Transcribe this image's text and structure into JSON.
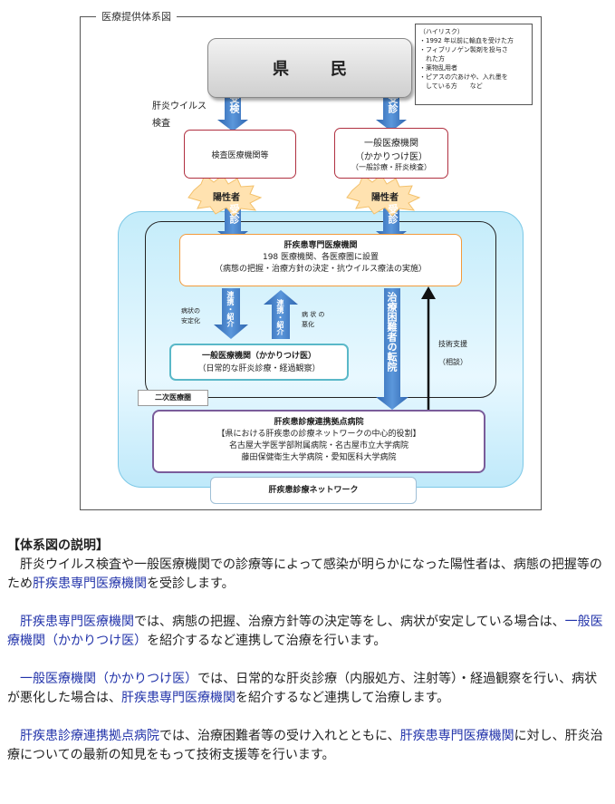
{
  "diagram": {
    "title": "医療提供体系図",
    "risk_box": {
      "title": "（ハイリスク）",
      "items": [
        "・1992 年以前に輸血を受けた方",
        "・フィブリノゲン製剤を投与さ",
        "　れた方",
        "・薬物乱用者",
        "・ピアスの穴あけや、入れ墨を",
        "　している方　　など"
      ]
    },
    "kenmin": "県民",
    "virus_label_1": "肝炎ウイルス",
    "virus_label_2": "検査",
    "arrow_jukan": "受検",
    "arrow_jushin_1": "受診",
    "arrow_jushin_2": "受診",
    "arrow_jushin_3": "受診",
    "kensa_box": "検査医療機関等",
    "ippan1": {
      "line1": "一般医療機関",
      "line2": "（かかりつけ医）",
      "line3": "（一般診療・肝炎検査）"
    },
    "burst_1": "陽性者",
    "burst_2": "陽性者",
    "senmon": {
      "line1": "肝疾患専門医療機関",
      "line2": "198 医療機関、各医療圏に設置",
      "line3": "（病態の把握・治療方針の決定・抗ウイルス療法の実施）"
    },
    "left_note_1": "病状の",
    "left_note_2": "安定化",
    "arrow_renkei_down": "連携・紹介",
    "arrow_renkei_up": "連携・紹介",
    "right_note_1": "病 状 の",
    "right_note_2": "悪化",
    "arrow_tenin": "治療困難者の転院",
    "support_1": "技術支援",
    "support_2": "（相談）",
    "ippan2": {
      "line1": "一般医療機関（かかりつけ医）",
      "line2": "（日常的な肝炎診療・経過観察）"
    },
    "niji": "二次医療圏",
    "kyoten": {
      "line1": "肝疾患診療連携拠点病院",
      "line2": "【県における肝疾患の診療ネットワークの中心的役割】",
      "line3": "名古屋大学医学部附属病院・名古屋市立大学病院",
      "line4": "藤田保健衛生大学病院・愛知医科大学病院"
    },
    "network": "肝疾患診療ネットワーク",
    "colors": {
      "arrow_blue": "#3b78c4",
      "orange": "#f39a3a",
      "teal": "#5ab8c8",
      "purple": "#7a5c9a",
      "red_border": "#b03040"
    }
  },
  "description": {
    "heading": "【体系図の説明】",
    "p1": {
      "a": "　肝炎ウイルス検査や一般医療機関での診療等によって感染が明らかになった陽性者は、病態の把握等のため",
      "b": "肝疾患専門医療機関",
      "c": "を受診します。"
    },
    "p2": {
      "a": "　",
      "b": "肝疾患専門医療機関",
      "c": "では、病態の把握、治療方針等の決定等をし、病状が安定している場合は、",
      "d": "一般医療機関（かかりつけ医）",
      "e": "を紹介するなど連携して治療を行います。"
    },
    "p3": {
      "a": "　",
      "b": "一般医療機関（かかりつけ医）",
      "c": "では、日常的な肝炎診療（内服処方、注射等）・経過観察を行い、病状が悪化した場合は、",
      "d": "肝疾患専門医療機関",
      "e": "を紹介するなど連携して治療します。"
    },
    "p4": {
      "a": "　",
      "b": "肝疾患診療連携拠点病院",
      "c": "では、治療困難者等の受け入れとともに、",
      "d": "肝疾患専門医療機関",
      "e": "に対し、肝炎治療についての最新の知見をもって技術支援等を行います。"
    }
  }
}
